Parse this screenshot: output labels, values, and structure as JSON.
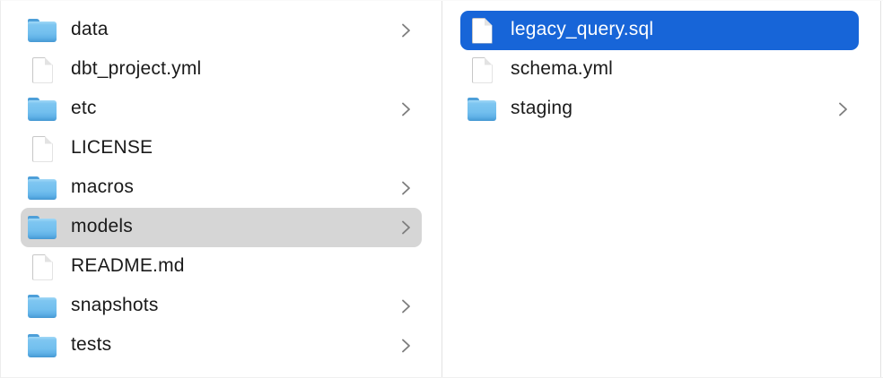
{
  "colors": {
    "selection_blue": "#1765d8",
    "selection_gray": "#d6d6d6",
    "divider": "#e2e2e2",
    "text": "#1a1a1a",
    "selected_text": "#ffffff",
    "chevron": "#7d7d7d",
    "folder_blue": "#72bfee"
  },
  "columns": [
    {
      "name": "left",
      "items": [
        {
          "label": "data",
          "type": "folder",
          "chevron": true,
          "selected": "none"
        },
        {
          "label": "dbt_project.yml",
          "type": "file",
          "chevron": false,
          "selected": "none"
        },
        {
          "label": "etc",
          "type": "folder",
          "chevron": true,
          "selected": "none"
        },
        {
          "label": "LICENSE",
          "type": "file",
          "chevron": false,
          "selected": "none"
        },
        {
          "label": "macros",
          "type": "folder",
          "chevron": true,
          "selected": "none"
        },
        {
          "label": "models",
          "type": "folder",
          "chevron": true,
          "selected": "gray"
        },
        {
          "label": "README.md",
          "type": "file",
          "chevron": false,
          "selected": "none"
        },
        {
          "label": "snapshots",
          "type": "folder",
          "chevron": true,
          "selected": "none"
        },
        {
          "label": "tests",
          "type": "folder",
          "chevron": true,
          "selected": "none"
        }
      ]
    },
    {
      "name": "right",
      "items": [
        {
          "label": "legacy_query.sql",
          "type": "file",
          "chevron": false,
          "selected": "blue"
        },
        {
          "label": "schema.yml",
          "type": "file",
          "chevron": false,
          "selected": "none"
        },
        {
          "label": "staging",
          "type": "folder",
          "chevron": true,
          "selected": "none"
        }
      ]
    }
  ]
}
